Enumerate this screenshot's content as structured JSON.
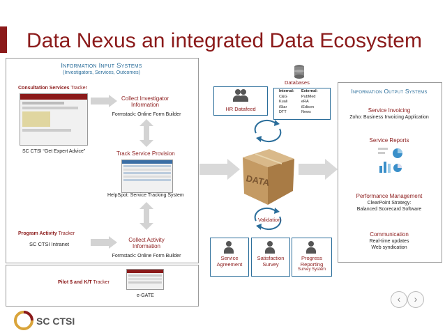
{
  "slide": {
    "title": "Data Nexus an integrated Data Ecosystem",
    "accent_color": "#8b1a1a",
    "blue_color": "#2a6d9a"
  },
  "input_systems": {
    "heading": "Information Input Systems",
    "subheading": "(Investigators, Services, Outcomes)",
    "consultation": {
      "bold": "Consultation Services",
      "rest": " Tracker",
      "caption": "SC CTSI “Get Expert Advice”"
    },
    "collect_investigator": {
      "line1": "Collect Investigator",
      "line2": "Information",
      "caption": "Formstack: Online Form Builder"
    },
    "track_service": {
      "label": "Track Service Provision",
      "caption": "HelpSpot: Service Tracking System"
    },
    "program_activity": {
      "bold": "Program Activity",
      "rest": " Tracker",
      "caption": "SC CTSI Intranet"
    },
    "collect_activity": {
      "line1": "Collect Activity",
      "line2": "Information",
      "caption": "Formstack: Online Form Builder"
    },
    "pilot": {
      "bold": "Pilot $ and K/T",
      "rest": " Tracker",
      "caption": "e-GATE"
    }
  },
  "center": {
    "hr_datafeed": "HR Datafeed",
    "databases": {
      "title": "Databases",
      "internal_header": "Internal:",
      "external_header": "External:",
      "internal": [
        "C&G",
        "Kuali",
        "iStar",
        "DTT"
      ],
      "external": [
        "PubMed",
        "eRA",
        "iEdison",
        "News"
      ]
    },
    "box_label": "DATA",
    "validation": "Validation",
    "service_agreement": {
      "line1": "Service",
      "line2": "Agreement"
    },
    "satisfaction_survey": {
      "line1": "Satisfaction",
      "line2": "Survey"
    },
    "progress_reporting": {
      "line1": "Progress",
      "line2": "Reporting",
      "line3": "Survey System"
    }
  },
  "output_systems": {
    "heading": "Information Output Systems",
    "invoicing": {
      "title": "Service Invoicing",
      "caption": "Zoho: Business Invoicing Application"
    },
    "reports": {
      "title": "Service Reports"
    },
    "performance": {
      "title": "Performance Management",
      "line1": "ClearPoint Strategy:",
      "line2": "Balanced Scorecard Software"
    },
    "communication": {
      "title": "Communication",
      "line1": "Real-time updates",
      "line2": "Web syndication"
    }
  },
  "footer": {
    "logo_text": "SC CTSI",
    "prev_icon": "chevron-left-icon",
    "next_icon": "chevron-right-icon"
  }
}
